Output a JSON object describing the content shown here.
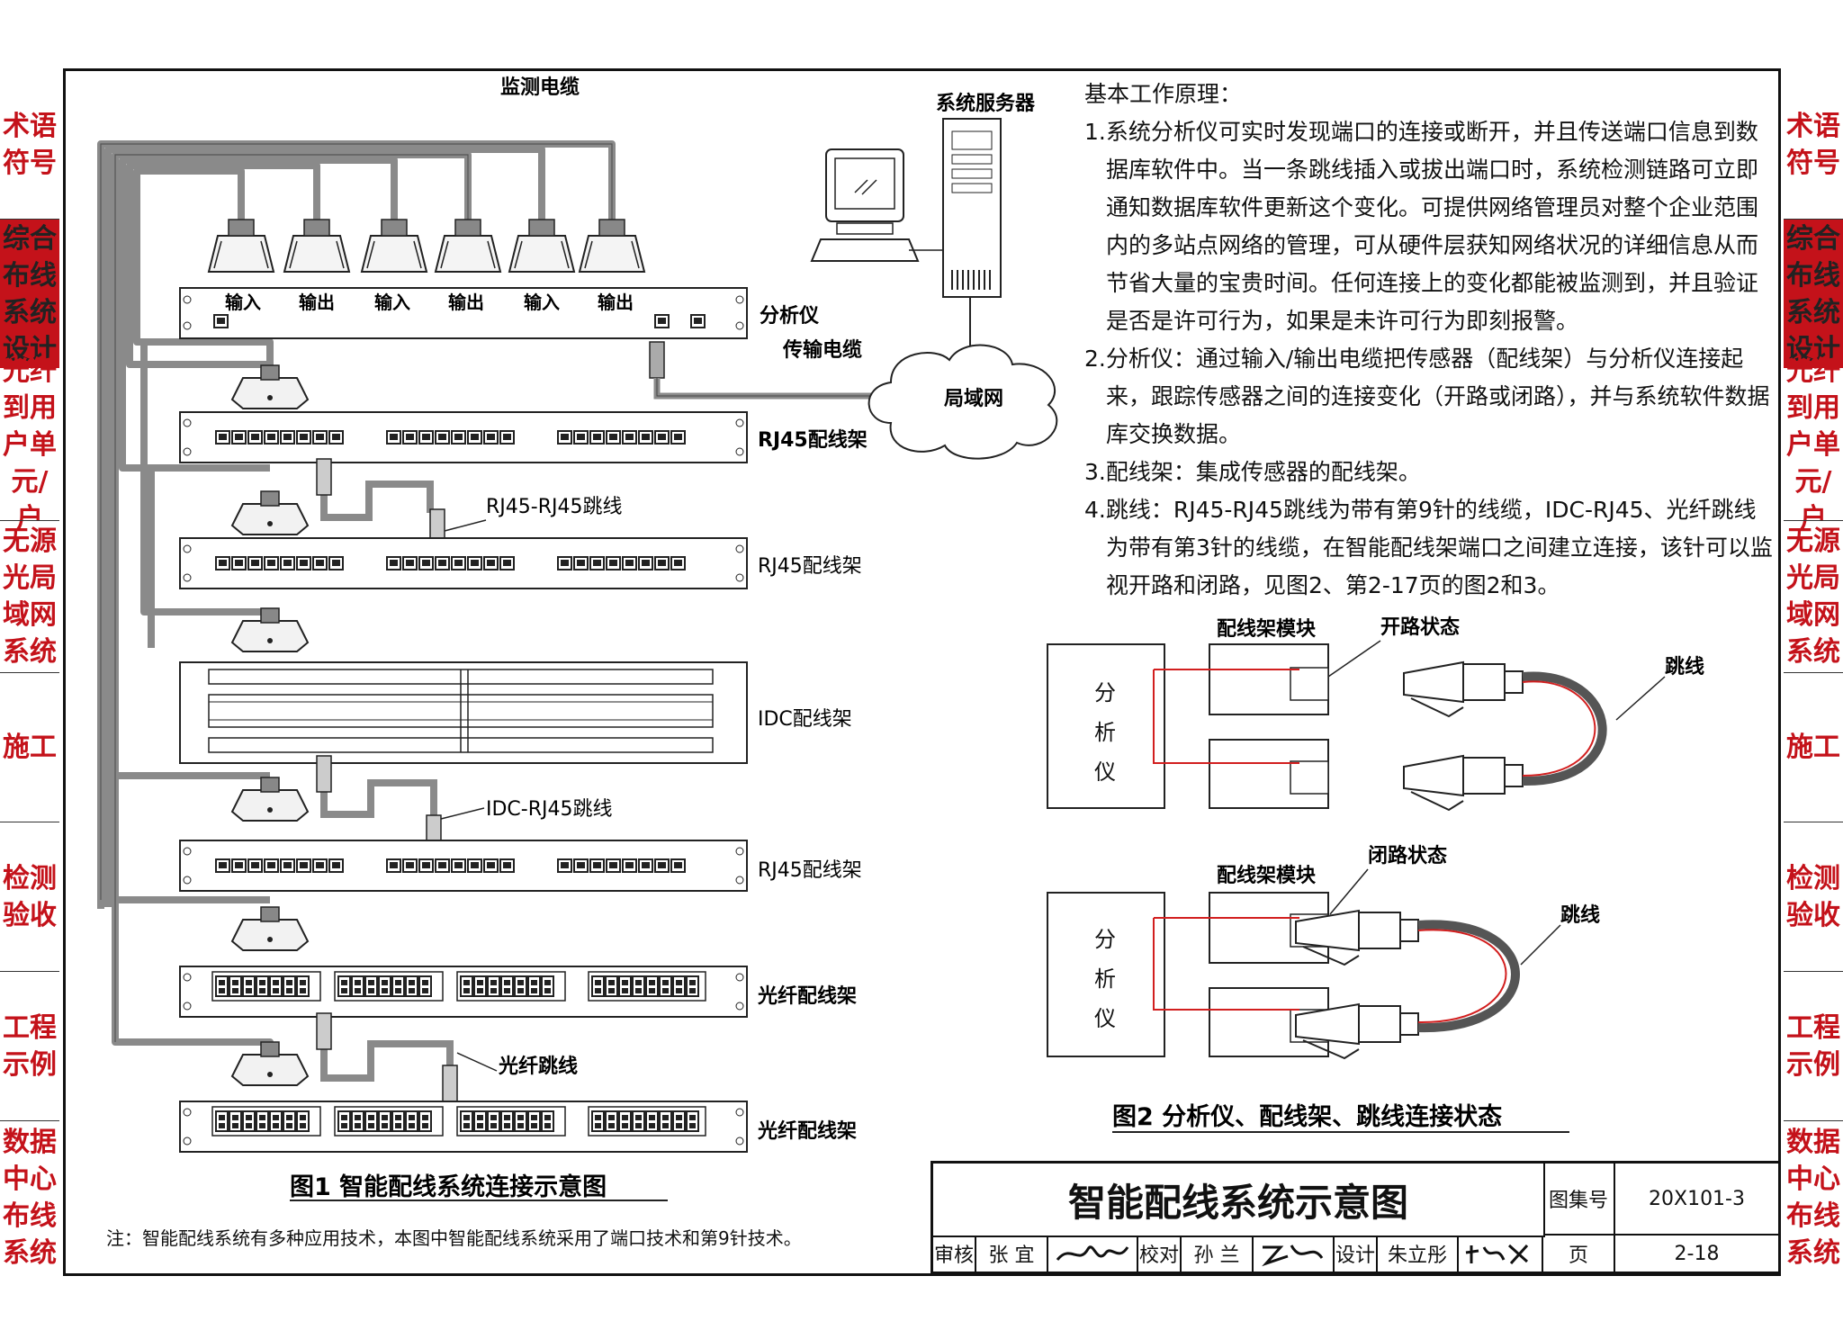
{
  "side_tabs": [
    {
      "label": "术语\n符号",
      "active": false
    },
    {
      "label": "综合\n布线\n系统\n设计",
      "active": true
    },
    {
      "label": "光纤\n到用\n户单\n元/户",
      "active": false
    },
    {
      "label": "无源\n光局\n域网\n系统",
      "active": false
    },
    {
      "label": "施工",
      "active": false
    },
    {
      "label": "检测\n验收",
      "active": false
    },
    {
      "label": "工程\n示例",
      "active": false
    },
    {
      "label": "数据\n中心\n布线\n系统",
      "active": false
    }
  ],
  "fig1": {
    "monitor_cable": "监测电缆",
    "server": "系统服务器",
    "lan": "局域网",
    "analyzer": "分析仪",
    "transmission_cable": "传输电缆",
    "ports": [
      "输入",
      "输出",
      "输入",
      "输出",
      "输入",
      "输出"
    ],
    "rj45_panel": "RJ45配线架",
    "rj45_jumper": "RJ45-RJ45跳线",
    "idc_panel": "IDC配线架",
    "idc_jumper": "IDC-RJ45跳线",
    "fiber_panel": "光纤配线架",
    "fiber_jumper": "光纤跳线",
    "caption": "图1  智能配线系统连接示意图"
  },
  "principle": {
    "heading": "基本工作原理：",
    "items": [
      "1.系统分析仪可实时发现端口的连接或断开，并且传送端口信息到数据库软件中。当一条跳线插入或拔出端口时，系统检测链路可立即通知数据库软件更新这个变化。可提供网络管理员对整个企业范围内的多站点网络的管理，可从硬件层获知网络状况的详细信息从而节省大量的宝贵时间。任何连接上的变化都能被监测到，并且验证是否是许可行为，如果是未许可行为即刻报警。",
      "2.分析仪：通过输入/输出电缆把传感器（配线架）与分析仪连接起来，跟踪传感器之间的连接变化（开路或闭路），并与系统软件数据库交换数据。",
      "3.配线架：集成传感器的配线架。",
      "4.跳线：RJ45-RJ45跳线为带有第9针的线缆，IDC-RJ45、光纤跳线为带有第3针的线缆，在智能配线架端口之间建立连接，该针可以监视开路和闭路，见图2、第2-17页的图2和3。"
    ]
  },
  "fig2": {
    "analyzer": "分析仪",
    "module": "配线架模块",
    "open_state": "开路状态",
    "closed_state": "闭路状态",
    "jumper": "跳线",
    "caption": "图2  分析仪、配线架、跳线连接状态"
  },
  "note": "注：智能配线系统有多种应用技术，本图中智能配线系统采用了端口技术和第9针技术。",
  "title_block": {
    "title": "智能配线系统示意图",
    "atlas_label": "图集号",
    "atlas_no": "20X101-3",
    "page_label": "页",
    "page_no": "2-18",
    "review_label": "审核",
    "reviewer": "张 宜",
    "check_label": "校对",
    "checker": "孙 兰",
    "design_label": "设计",
    "designer": "朱立彤"
  },
  "colors": {
    "accent": "#c4121a",
    "cable": "#8a8a8a",
    "red_line": "#d21f1f"
  }
}
